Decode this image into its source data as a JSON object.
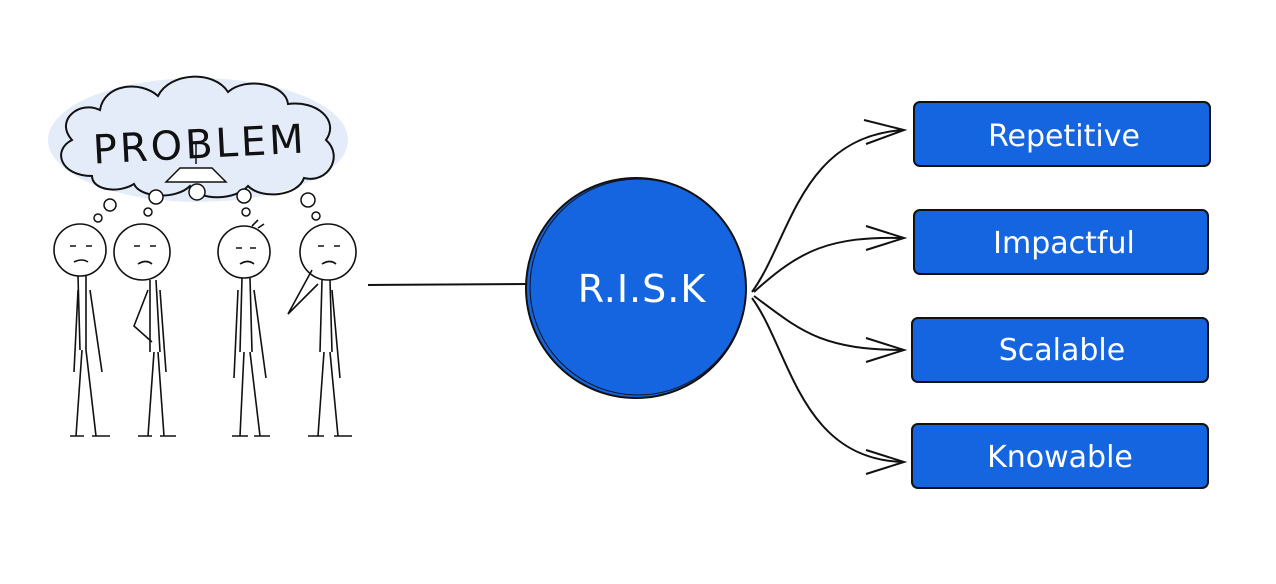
{
  "colors": {
    "accent_blue": "#1565E0",
    "cloud_fill": "#E4ECFA",
    "stroke": "#111111",
    "text_on_accent": "#FFFFFF"
  },
  "illustration": {
    "cloud_label": "PROBLEM",
    "bulb_icon": "lightbulb-icon",
    "people_count_icon": "stick-figure-icon"
  },
  "center": {
    "label": "R.I.S.K"
  },
  "branches": [
    {
      "label": "Repetitive"
    },
    {
      "label": "Impactful"
    },
    {
      "label": "Scalable"
    },
    {
      "label": "Knowable"
    }
  ]
}
